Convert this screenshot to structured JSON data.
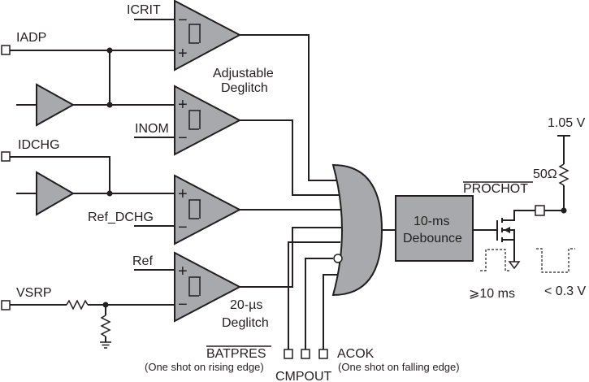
{
  "labels": {
    "iadp": "IADP",
    "idchg": "IDCHG",
    "vsrp": "VSRP",
    "icrit": "ICRIT",
    "inom": "INOM",
    "ref_dchg": "Ref_DCHG",
    "ref": "Ref",
    "adjustable_deglitch_1": "Adjustable",
    "adjustable_deglitch_2": "Deglitch",
    "deglitch_20us_1": "20-µs",
    "deglitch_20us_2": "Deglitch",
    "debounce_1": "10-ms",
    "debounce_2": "Debounce",
    "supply": "1.05 V",
    "resistor": "50Ω",
    "prochot": "PROCHOT",
    "pulse_min": "⩾10 ms",
    "low_level": "< 0.3 V",
    "batpres": "BATPRES",
    "batpres_note": "(One shot on rising edge)",
    "cmpout": "CMPOUT",
    "acok": "ACOK",
    "acok_note": "(One shot on falling edge)",
    "minus": "−",
    "plus": "+"
  },
  "colors": {
    "fill": "#a7a9ac",
    "line": "#231f20"
  }
}
